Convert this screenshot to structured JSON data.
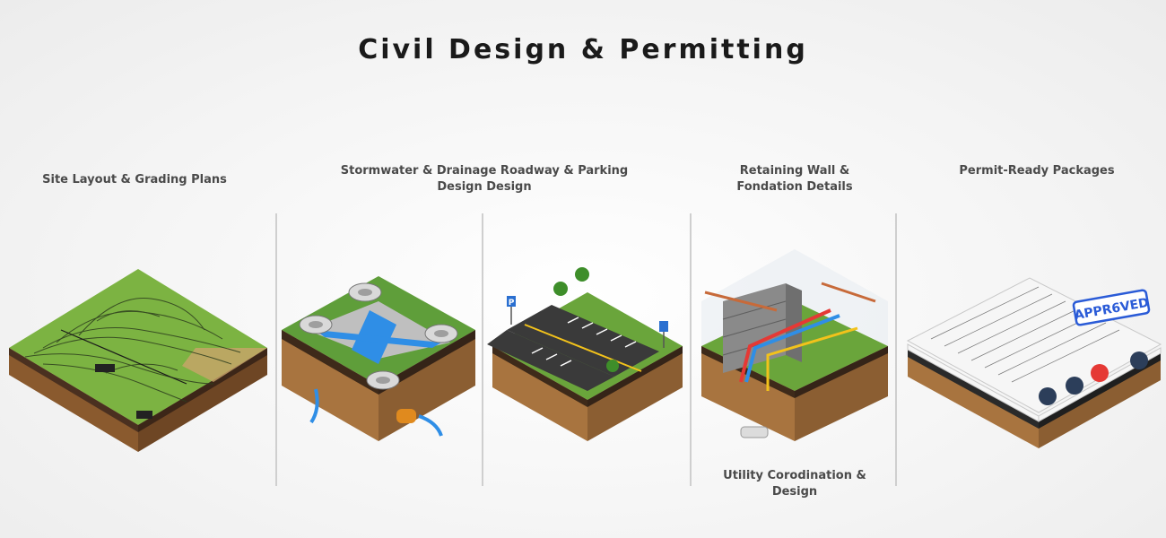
{
  "page": {
    "title": "Civil Design & Permitting"
  },
  "columns": [
    {
      "label": "Site Layout & Grading Plans"
    },
    {
      "label": "Stormwater & Drainage Roadway & Parking Design Design"
    },
    {
      "label": "Retaining Wall & Fondation Details"
    },
    {
      "label": "Permit-Ready Packages"
    }
  ],
  "extra_label": "Utility Corodination & Design",
  "stamp": {
    "text": "APPR6VED"
  },
  "sign_text": "P",
  "colors": {
    "grass": "#7cb342",
    "soil": "#a8743f",
    "asphalt": "#3a3a3a",
    "water": "#2f8ee6",
    "stamp": "#2a5bd7"
  },
  "icons": [
    "topo-map-icon",
    "stormwater-tile-icon",
    "parking-lot-tile-icon",
    "retaining-wall-tile-icon",
    "permit-stack-icon"
  ]
}
